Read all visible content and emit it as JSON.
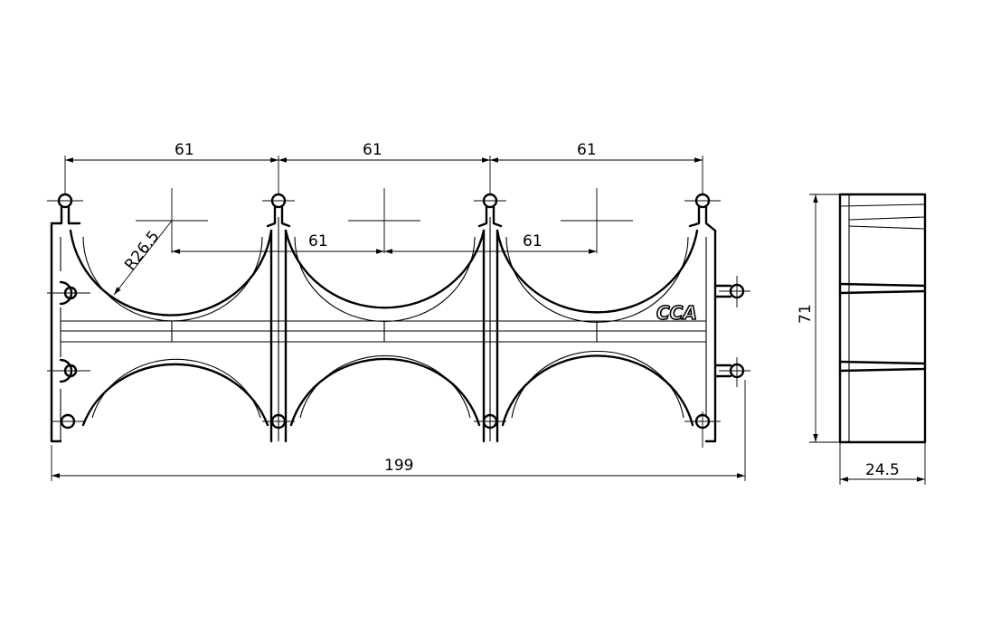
{
  "drawing": {
    "logo_text": "CCA",
    "dimensions": {
      "pitch_top_1": "61",
      "pitch_top_2": "61",
      "pitch_top_3": "61",
      "pitch_inner_1": "61",
      "pitch_inner_2": "61",
      "radius": "R26.5",
      "overall_length": "199",
      "height": "71",
      "thickness": "24.5"
    }
  }
}
